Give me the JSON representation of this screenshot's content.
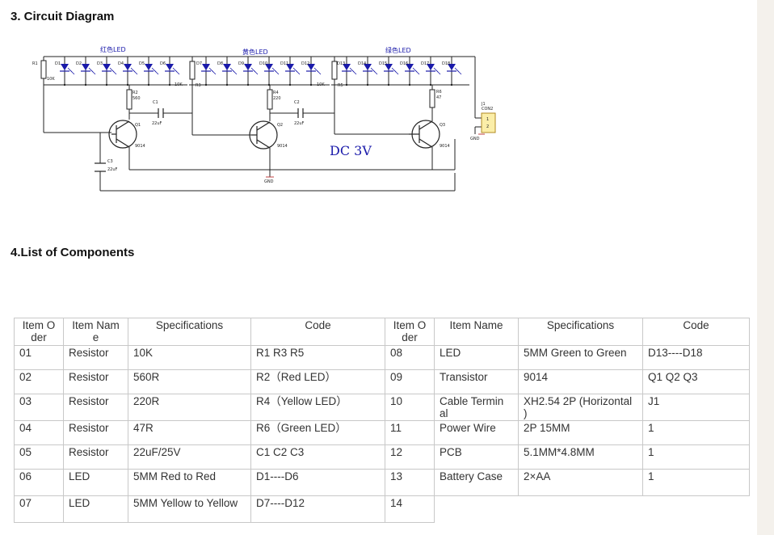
{
  "headings": {
    "circuit": "3. Circuit Diagram",
    "list": "4.List  of  Components"
  },
  "circuit": {
    "groups": [
      "红色LED",
      "黄色LED",
      "绿色LED"
    ],
    "dc_label": "DC 3V",
    "gnd": "GND",
    "connector": [
      "J1",
      "CON2"
    ],
    "transistors": [
      "Q1",
      "Q2",
      "Q3"
    ],
    "transistor_part": "9014",
    "resistors": {
      "r1": "R1",
      "r1v": "10K",
      "r2": "R2",
      "r2v": "560",
      "r3": "R3",
      "r3v": "10K",
      "r4": "R4",
      "r4v": "220",
      "r5": "R5",
      "r6": "R6",
      "r6v": "47",
      "k10": "10K"
    },
    "capacitors": {
      "c1": "C1",
      "c2": "C2",
      "c3": "C3",
      "val": "22uF"
    },
    "led_labels": [
      "D1",
      "D2",
      "D3",
      "D4",
      "D5",
      "D6",
      "D7",
      "D8",
      "D9",
      "D10",
      "D11",
      "D12",
      "D13",
      "D14",
      "D15",
      "D16",
      "D17",
      "D18"
    ]
  },
  "table": {
    "headers": [
      "Item O der",
      "Item Nam e",
      "Specifications",
      "Code",
      "Item O der",
      "Item Name",
      "Specifications",
      "Code"
    ],
    "rows": [
      [
        "01",
        "Resistor",
        "10K",
        "R1  R3  R5",
        "08",
        "LED",
        "5MM Green to Green",
        "D13----D18"
      ],
      [
        "02",
        "Resistor",
        "560R",
        "R2（Red LED）",
        "09",
        "Transistor",
        "9014",
        "Q1  Q2  Q3"
      ],
      [
        "03",
        "Resistor",
        "220R",
        "R4（Yellow LED）",
        "10",
        "Cable Termin al",
        "XH2.54 2P (Horizontal )",
        "J1"
      ],
      [
        "04",
        "Resistor",
        "47R",
        "R6（Green LED）",
        "11",
        "Power Wire",
        "2P 15MM",
        "1"
      ],
      [
        "05",
        "Resistor",
        "22uF/25V",
        "C1  C2  C3",
        "12",
        "PCB",
        "5.1MM*4.8MM",
        "1"
      ],
      [
        "06",
        "LED",
        "5MM Red to Red",
        "D1----D6",
        "13",
        "Battery Case",
        "2×AA",
        "1"
      ],
      [
        "07",
        "LED",
        "5MM Yellow to Yellow",
        "D7----D12",
        "14",
        "",
        "",
        ""
      ]
    ]
  }
}
